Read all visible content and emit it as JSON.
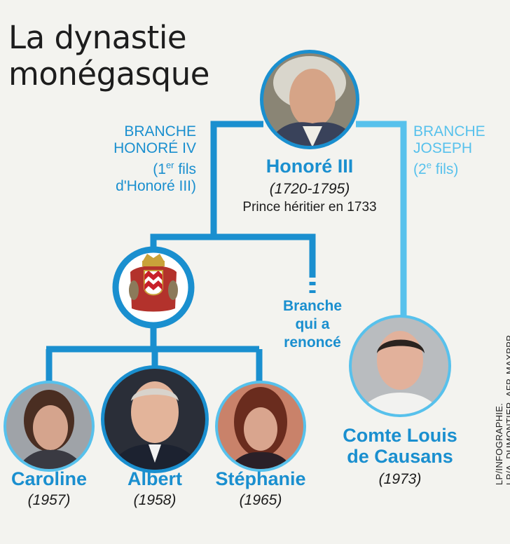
{
  "title": {
    "line1": "La dynastie",
    "line2": "monégasque"
  },
  "branches": {
    "left": {
      "line1": "BRANCHE",
      "line2": "HONORÉ IV",
      "line3_a": "(1",
      "line3_sup": "er",
      "line3_b": " fils",
      "line4": "d'Honoré III)"
    },
    "right": {
      "line1": "BRANCHE",
      "line2": "JOSEPH",
      "line3_a": "(2",
      "line3_sup": "e",
      "line3_b": " fils)"
    }
  },
  "root": {
    "name": "Honoré III",
    "dates": "(1720-1795)",
    "note": "Prince héritier en 1733"
  },
  "renounced": {
    "line1": "Branche",
    "line2": "qui a",
    "line3": "renoncé"
  },
  "children": [
    {
      "name": "Caroline",
      "dates": "(1957)"
    },
    {
      "name": "Albert",
      "dates": "(1958)"
    },
    {
      "name": "Stéphanie",
      "dates": "(1965)"
    }
  ],
  "claimant": {
    "line1": "Comte Louis",
    "line2": "de Causans",
    "dates": "(1973)"
  },
  "credits": {
    "line1": "LP/INFOGRAPHIE.",
    "line2": "LP/A. DUMONTIER, AFP, MAXPPP."
  },
  "colors": {
    "dark_blue": "#1a8fcf",
    "light_blue": "#57c1ec",
    "text": "#1d1d1d",
    "background": "#f3f3ef"
  },
  "icons": {
    "crest": "monaco-coat-of-arms-icon",
    "portraits": "person-portrait-icon"
  }
}
